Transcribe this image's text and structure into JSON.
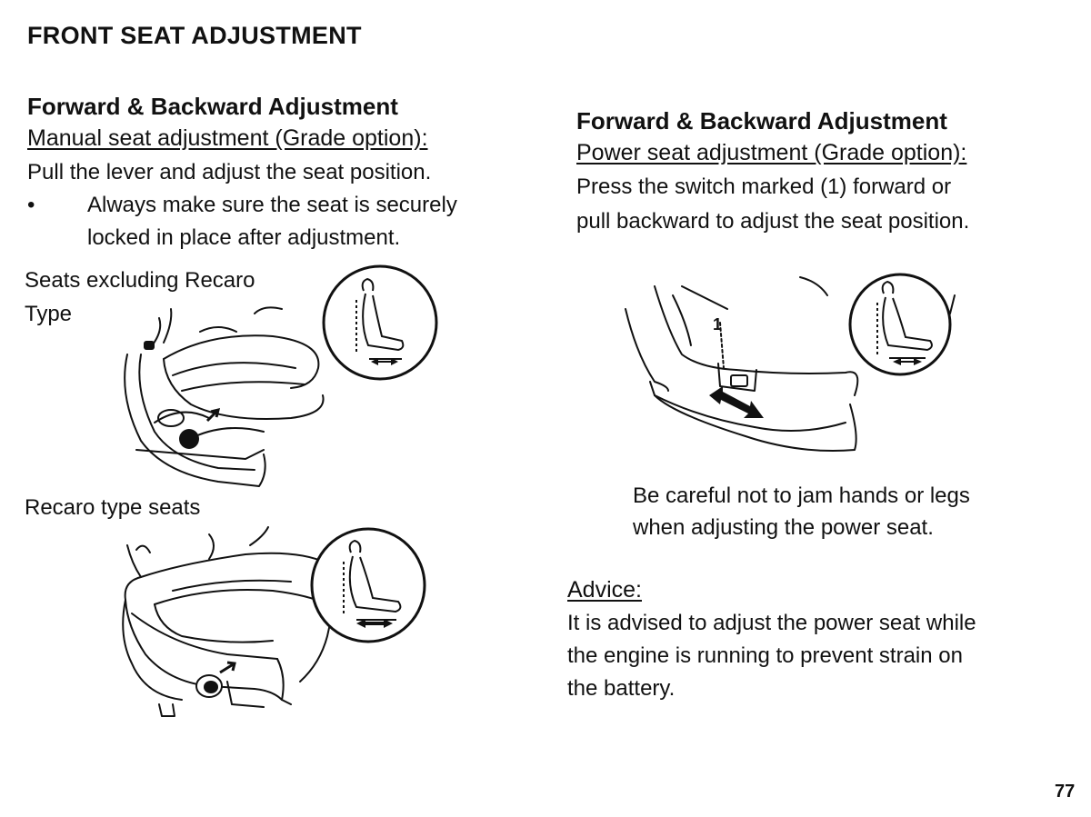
{
  "page": {
    "title": "FRONT SEAT ADJUSTMENT",
    "page_number": "77"
  },
  "left": {
    "heading": "Forward & Backward Adjustment",
    "subheading": "Manual seat adjustment (Grade option):",
    "instruction": "Pull the lever and adjust the seat position.",
    "bullet_mark": "•",
    "bullet_line1": "Always make sure the seat is securely",
    "bullet_line2": "locked in place after adjustment.",
    "fig1_label_line1": "Seats excluding Recaro",
    "fig1_label_line2": "Type",
    "fig2_label": "Recaro type seats"
  },
  "right": {
    "heading": "Forward & Backward Adjustment",
    "subheading": "Power seat adjustment (Grade option):",
    "instruction_line1": "Press the switch marked (1) forward or",
    "instruction_line2": "pull backward to adjust the seat position.",
    "callout_number": "1",
    "caution_line1": "Be careful not to jam hands or legs",
    "caution_line2": "when adjusting the power seat.",
    "advice_label": "Advice:",
    "advice_line1": "It is advised to adjust the power seat while",
    "advice_line2": "the engine is running to prevent strain on",
    "advice_line3": "the battery."
  },
  "icons": {
    "seat_side_icon": "seat-profile-icon",
    "arrow_icon": "double-arrow-icon"
  }
}
